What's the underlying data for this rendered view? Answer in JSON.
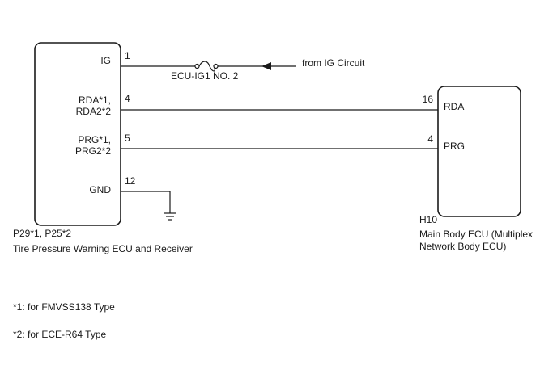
{
  "left_component": {
    "pins": {
      "ig": "IG",
      "rda_line1": "RDA*1,",
      "rda_line2": "RDA2*2",
      "prg_line1": "PRG*1,",
      "prg_line2": "PRG2*2",
      "gnd": "GND"
    },
    "pin_numbers": {
      "ig": "1",
      "rda": "4",
      "prg": "5",
      "gnd": "12"
    },
    "connector": "P29*1, P25*2",
    "name": "Tire Pressure Warning ECU and Receiver"
  },
  "right_component": {
    "pins": {
      "rda": "RDA",
      "prg": "PRG"
    },
    "pin_numbers": {
      "rda": "16",
      "prg": "4"
    },
    "connector": "H10",
    "name_line1": "Main Body ECU (Multiplex",
    "name_line2": "Network Body ECU)"
  },
  "fuse": {
    "label": "ECU-IG1 NO. 2"
  },
  "source": {
    "label": "from IG Circuit"
  },
  "notes": [
    "*1: for FMVSS138 Type",
    "*2: for ECE-R64 Type"
  ]
}
